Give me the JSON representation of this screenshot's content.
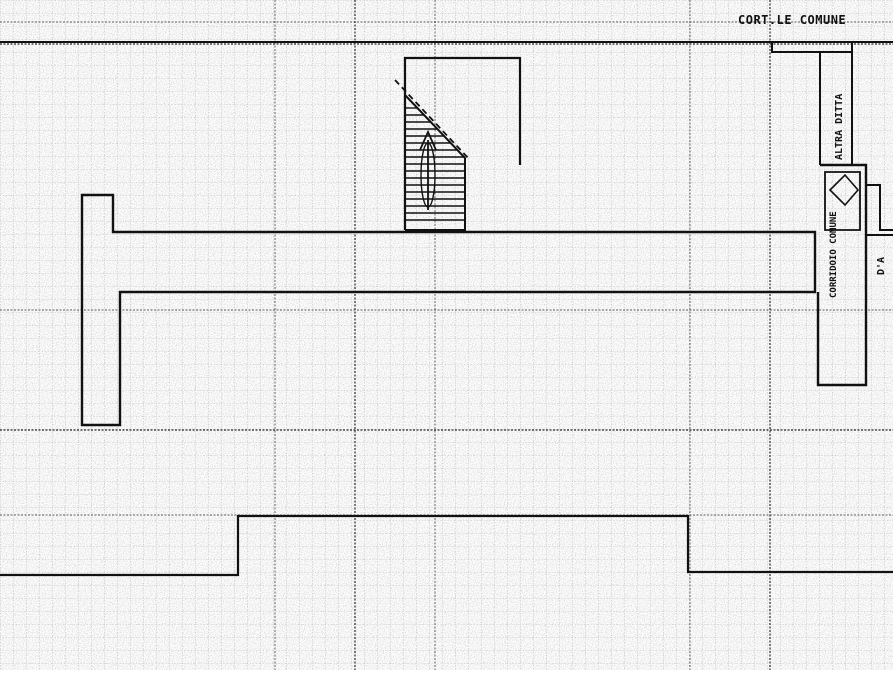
{
  "drawing": {
    "labels": {
      "cortile_comune": "CORT.LE COMUNE",
      "altra_ditta": "ALTRA DITTA",
      "corridoio_comune": "CORRIDOIO COMUNE",
      "altra_ditta_fragment": "D'A"
    }
  },
  "colors": {
    "ink": "#111111",
    "paper": "#fdfdfd",
    "grid_major": "#2a2a2a",
    "grid_minor": "#9a9a9a"
  }
}
